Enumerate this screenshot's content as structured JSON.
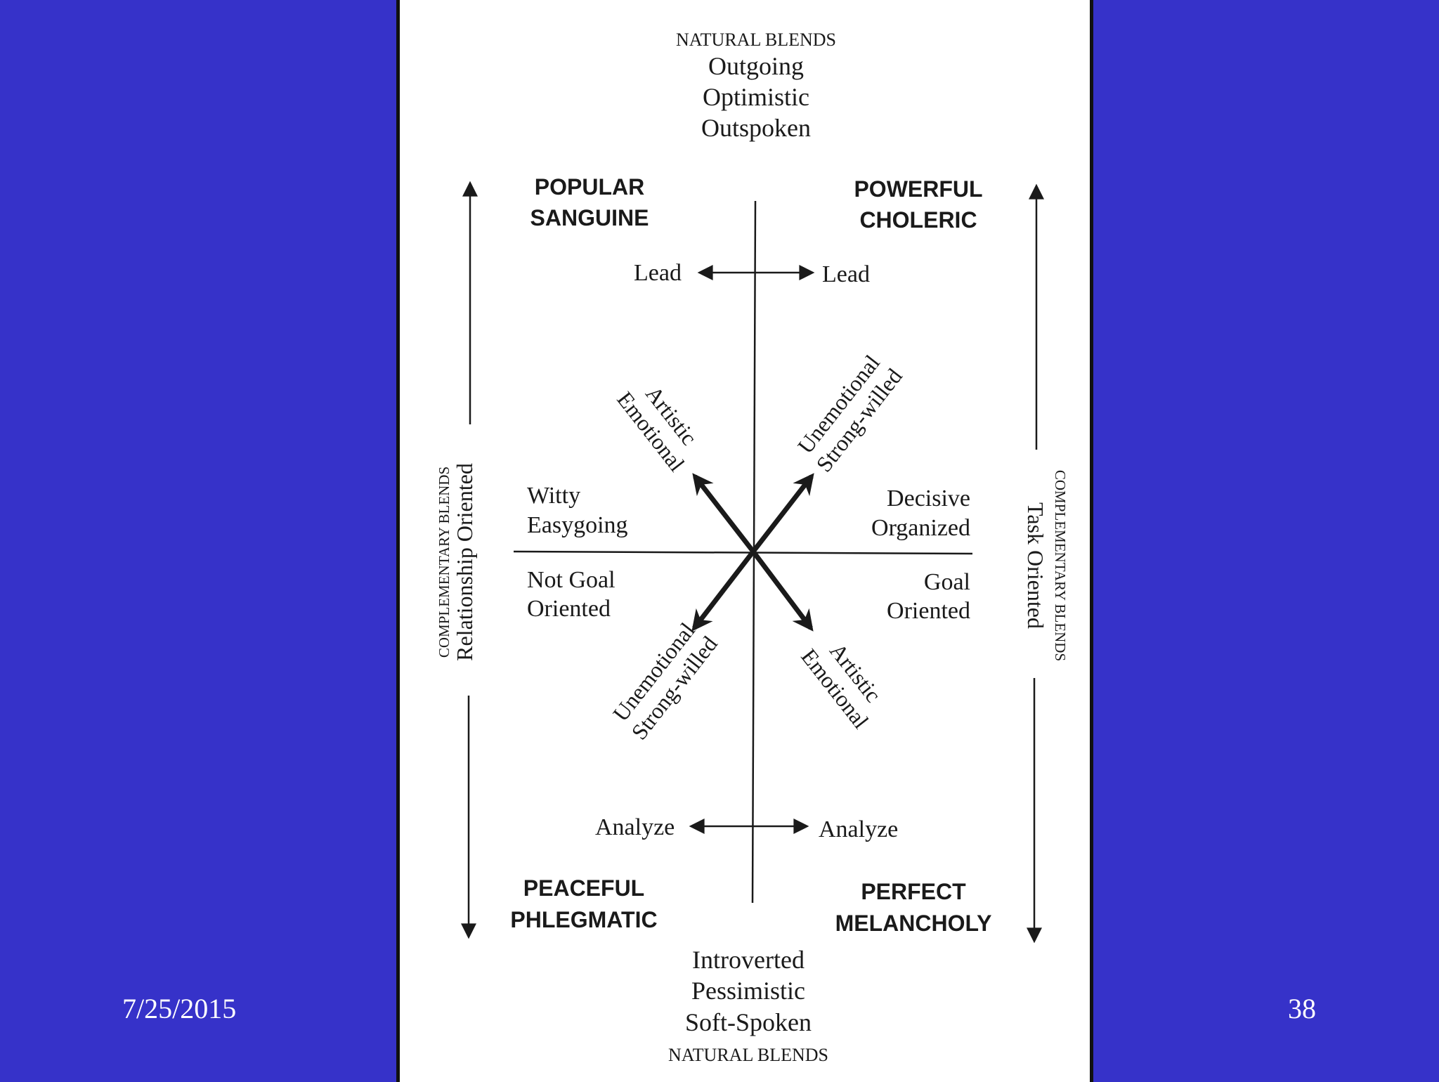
{
  "footer": {
    "date": "7/25/2015",
    "page_number": "38"
  },
  "colors": {
    "background": "#3632c9",
    "panel": "#ffffff",
    "ink": "#1a1a1a"
  },
  "diagram": {
    "top": {
      "heading": "NATURAL BLENDS",
      "traits": [
        "Outgoing",
        "Optimistic",
        "Outspoken"
      ]
    },
    "bottom": {
      "traits": [
        "Introverted",
        "Pessimistic",
        "Soft-Spoken"
      ],
      "heading": "NATURAL BLENDS"
    },
    "quadrants": {
      "top_left": {
        "line1": "POPULAR",
        "line2": "SANGUINE"
      },
      "top_right": {
        "line1": "POWERFUL",
        "line2": "CHOLERIC"
      },
      "bottom_left": {
        "line1": "PEACEFUL",
        "line2": "PHLEGMATIC"
      },
      "bottom_right": {
        "line1": "PERFECT",
        "line2": "MELANCHOLY"
      }
    },
    "left_axis": {
      "heading": "COMPLEMENTARY BLENDS",
      "label": "Relationship Oriented"
    },
    "right_axis": {
      "heading": "COMPLEMENTARY BLENDS",
      "label": "Task Oriented"
    },
    "top_pair": {
      "left": "Lead",
      "right": "Lead"
    },
    "bottom_pair": {
      "left": "Analyze",
      "right": "Analyze"
    },
    "middle": {
      "left_upper": [
        "Witty",
        "Easygoing"
      ],
      "left_lower": [
        "Not Goal",
        "Oriented"
      ],
      "right_upper": [
        "Decisive",
        "Organized"
      ],
      "right_lower": [
        "Goal",
        "Oriented"
      ]
    },
    "diagonals": {
      "upper_left": [
        "Artistic",
        "Emotional"
      ],
      "upper_right": [
        "Unemotional",
        "Strong-willed"
      ],
      "lower_left": [
        "Unemotional",
        "Strong-willed"
      ],
      "lower_right": [
        "Artistic",
        "Emotional"
      ]
    }
  }
}
